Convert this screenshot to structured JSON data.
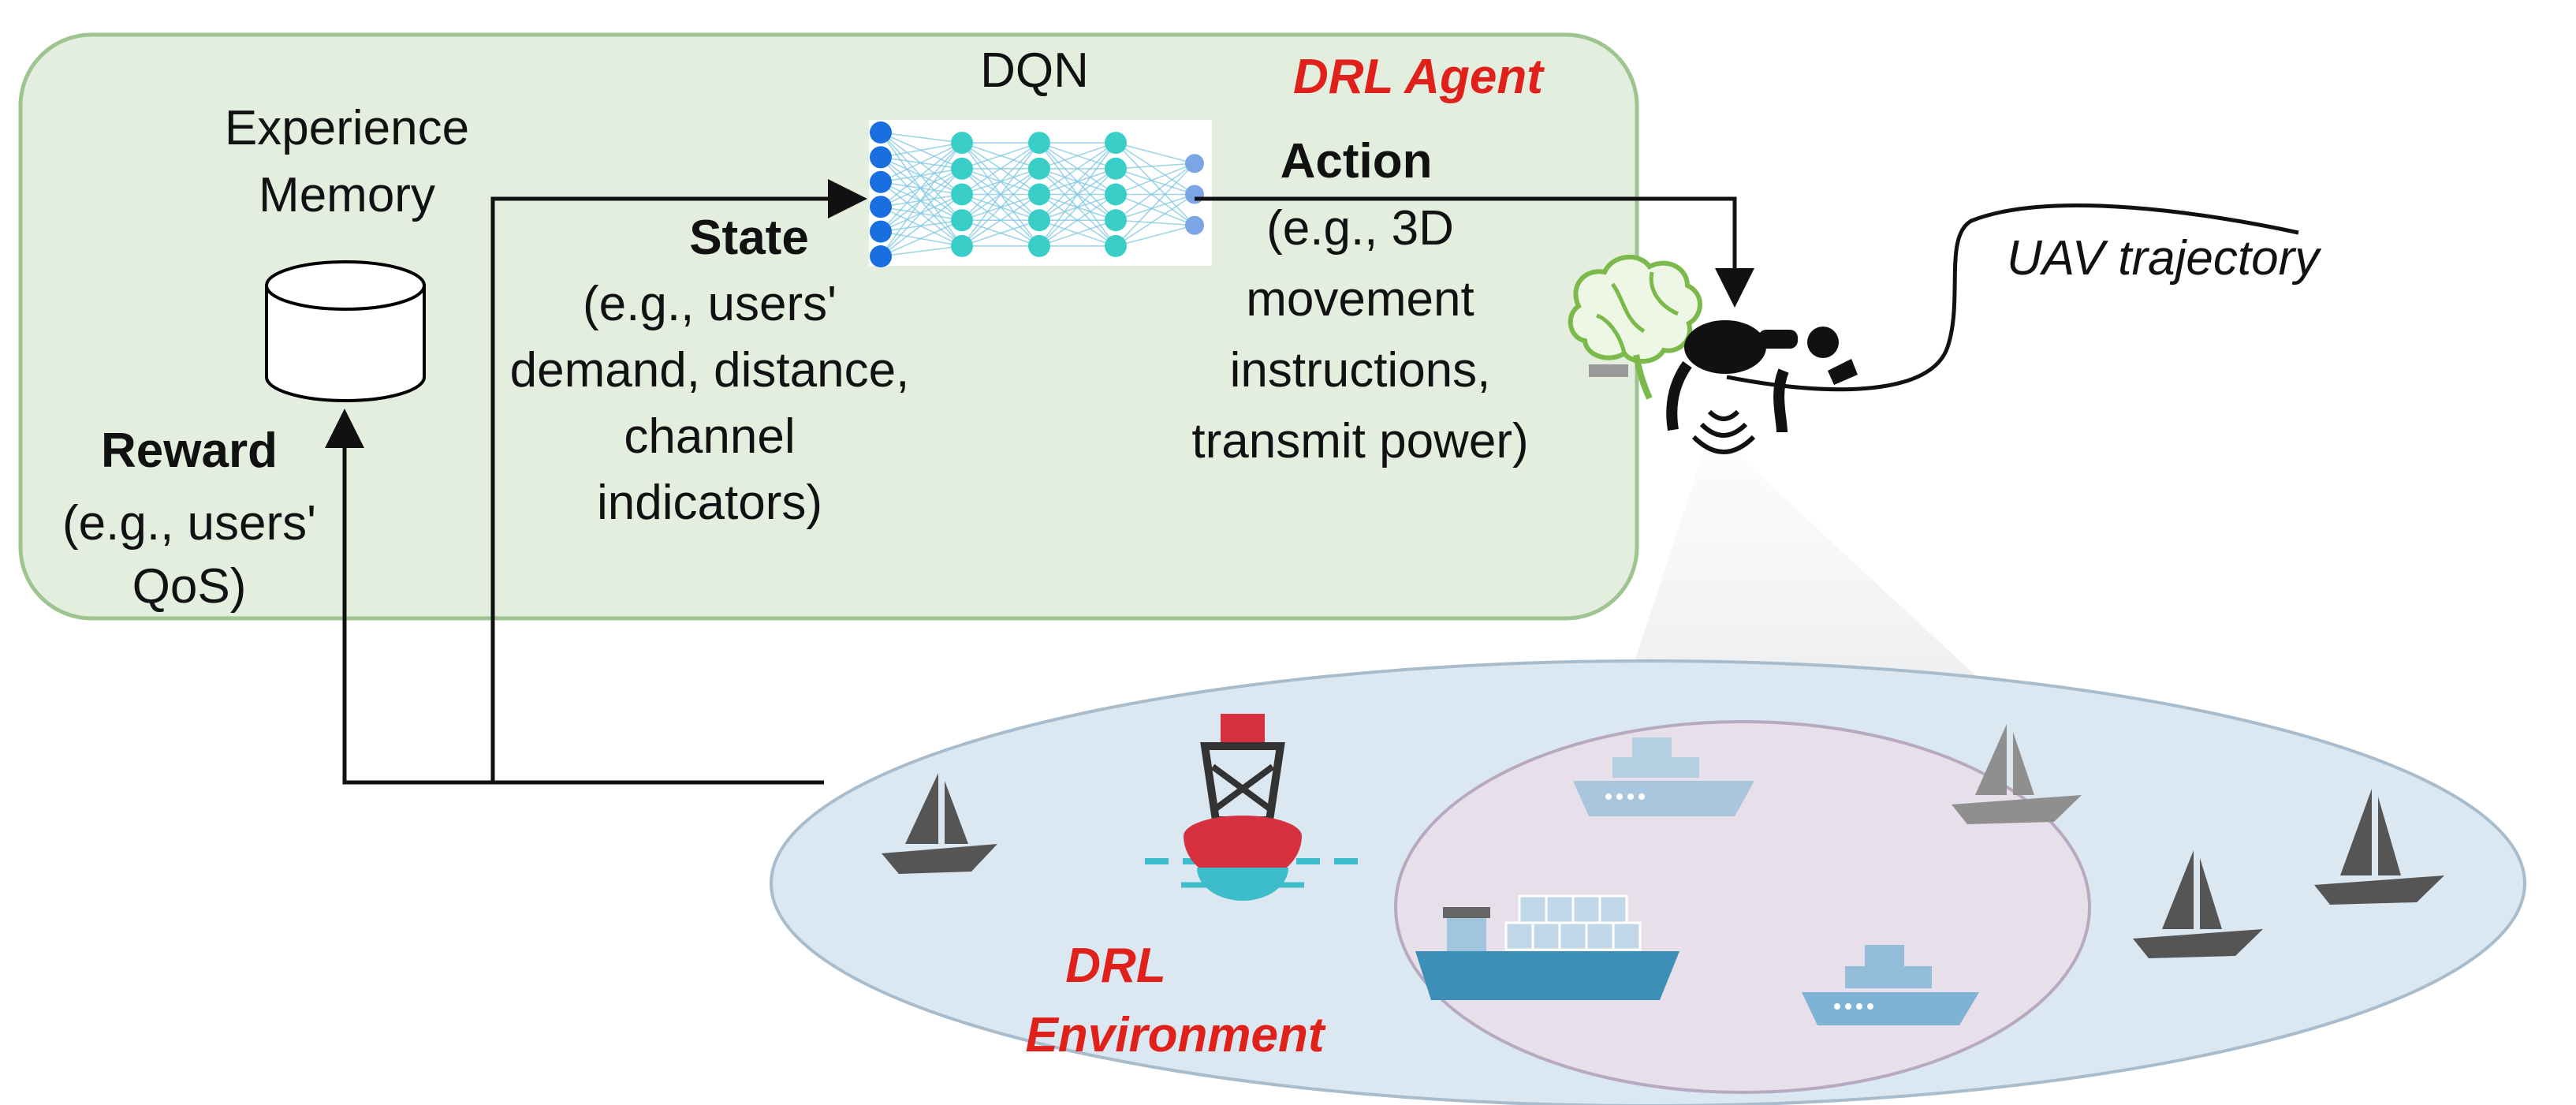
{
  "agent": {
    "title": "DRL Agent",
    "fill": "#e4eedf",
    "stroke": "#9ec490"
  },
  "memory": {
    "label_line1": "Experience",
    "label_line2": "Memory"
  },
  "dqn": {
    "label": "DQN",
    "layers": [
      6,
      5,
      5,
      5,
      3
    ],
    "node_colors": [
      "#1a6fe0",
      "#39cfc8",
      "#39cfc8",
      "#39cfc8",
      "#7aa6e6"
    ]
  },
  "state": {
    "heading": "State",
    "lines": [
      "(e.g., users'",
      "demand, distance,",
      "channel",
      "indicators)"
    ]
  },
  "action": {
    "heading": "Action",
    "lines": [
      "(e.g., 3D",
      "movement",
      "instructions,",
      "transmit power)"
    ]
  },
  "reward": {
    "heading": "Reward",
    "lines": [
      "(e.g., users'",
      "QoS)"
    ]
  },
  "uav": {
    "trajectory_label": "UAV trajectory",
    "brain_color": "#7ab94a"
  },
  "environment": {
    "label_line1": "DRL",
    "label_line2": "Environment",
    "sea_color": "#dbe8f2",
    "coverage_color": "#e7dfea"
  }
}
